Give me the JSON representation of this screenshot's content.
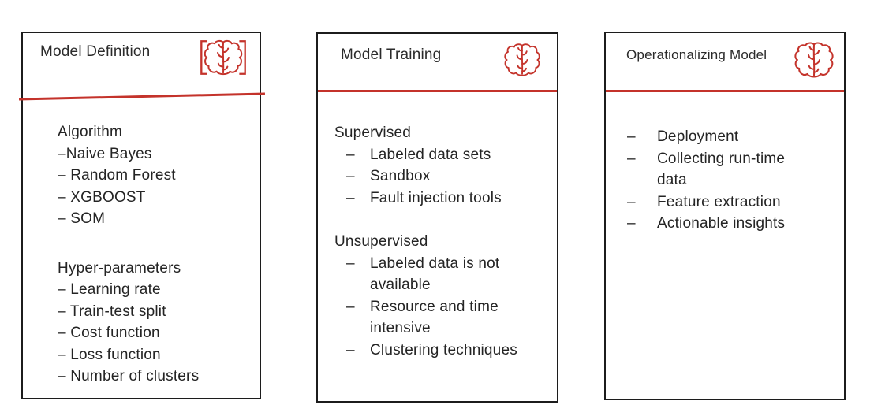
{
  "colors": {
    "accent_red": "#C4332B",
    "border_black": "#1C1C1C",
    "text_color": "#242424",
    "bg_color": "#FFFFFF"
  },
  "bullet": "–",
  "cards": [
    {
      "title": "Model Definition",
      "icon": "brain-in-brackets-icon",
      "sections": [
        {
          "heading": "Algorithm",
          "items": [
            "–Naive Bayes",
            "– Random Forest",
            "– XGBOOST",
            "– SOM"
          ]
        },
        {
          "heading": "Hyper-parameters",
          "items": [
            "– Learning rate",
            "– Train-test split",
            "– Cost function",
            "– Loss function",
            "– Number of clusters"
          ]
        }
      ]
    },
    {
      "title": "Model Training",
      "icon": "brain-icon",
      "sections": [
        {
          "heading": "Supervised",
          "items": [
            "Labeled data sets",
            "Sandbox",
            "Fault injection tools"
          ]
        },
        {
          "heading": "Unsupervised",
          "items": [
            "Labeled data is not available",
            "Resource and time intensive",
            "Clustering techniques"
          ]
        }
      ]
    },
    {
      "title": "Operationalizing Model",
      "icon": "brain-icon",
      "sections": [
        {
          "heading": "",
          "items": [
            "Deployment",
            "Collecting run-time data",
            "Feature extraction",
            "Actionable insights"
          ]
        }
      ]
    }
  ]
}
